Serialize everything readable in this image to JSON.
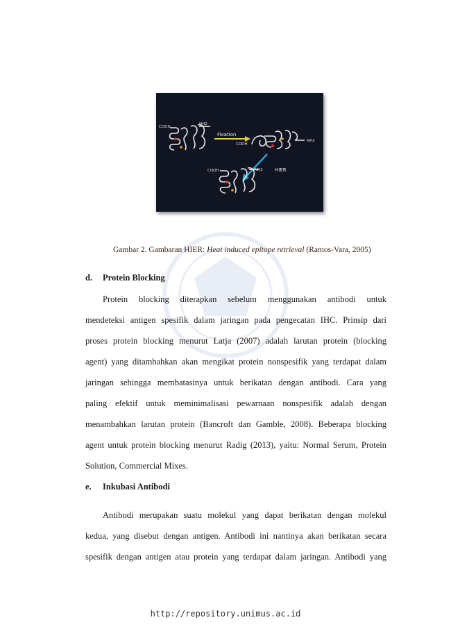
{
  "figure": {
    "labels": {
      "cooh_1": "COOH",
      "nh2_1": "NH2",
      "fixation": "Fixation",
      "cooh_2": "COOH",
      "nh2_2": "NH2",
      "cooh_3": "COOH",
      "nh2_3": "NH2",
      "hier": "HIER"
    },
    "colors": {
      "background": "#111522",
      "strand": "#e8e8e8",
      "fixation_arrow": "#e8d23a",
      "hier_arrow": "#2aa7d8",
      "epitope_red": "#e03030",
      "epitope_orange": "#f0a020"
    }
  },
  "caption": {
    "prefix": "Gambar 2. Gambaran HIER: ",
    "italic": "Heat induced epitope retrieval",
    "suffix": " (Ramos-Vara, 2005)"
  },
  "section_d": {
    "number": "d.",
    "title": "Protein Blocking",
    "lines": [
      "Protein blocking diterapkan sebelum menggunakan antibodi untuk",
      "mendeteksi antigen spesifik dalam jaringan pada pengecatan IHC. Prinsip dari",
      "proses protein blocking menurut Latja (2007) adalah larutan protein (blocking",
      "agent) yang ditambahkan akan mengikat protein nonspesifik yang terdapat dalam",
      "jaringan sehingga membatasinya untuk berikatan dengan antibodi. Cara yang",
      "paling efektif untuk meminimalisasi pewarnaan nonspesifik adalah dengan",
      "menambahkan larutan protein (Bancroft dan Gamble, 2008). Beberapa blocking",
      "agent untuk protein blocking menurut Radig (2013), yaitu: Normal Serum, Protein",
      "Solution, Commercial Mixes."
    ]
  },
  "section_e": {
    "number": "e.",
    "title": "Inkubasi Antibodi",
    "lines": [
      "Antibodi merupakan suatu molekul yang dapat berikatan dengan molekul",
      "kedua, yang disebut dengan antigen. Antibodi ini nantinya akan berikatan secara",
      "spesifik dengan antigen atau protein yang terdapat dalam jaringan. Antibodi yang"
    ]
  },
  "footer": {
    "url": "http://repository.unimus.ac.id"
  }
}
